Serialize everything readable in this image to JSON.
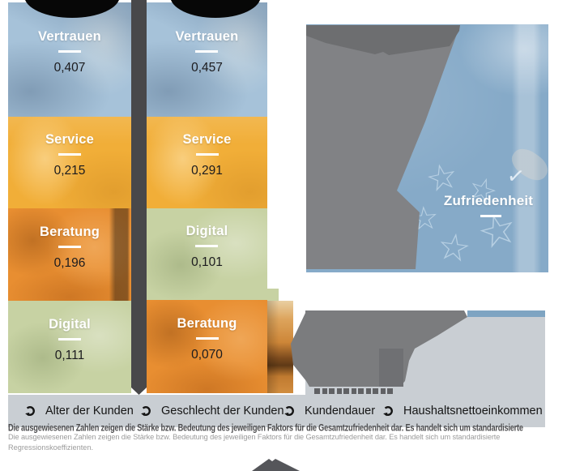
{
  "factor_columns": [
    {
      "blocks": [
        {
          "label": "Vertrauen",
          "value": "0,407",
          "theme": "blue"
        },
        {
          "label": "Service",
          "value": "0,215",
          "theme": "amber"
        },
        {
          "label": "Beratung",
          "value": "0,196",
          "theme": "orange"
        },
        {
          "label": "Digital",
          "value": "0,111",
          "theme": "green"
        }
      ]
    },
    {
      "blocks": [
        {
          "label": "Vertrauen",
          "value": "0,457",
          "theme": "blue"
        },
        {
          "label": "Service",
          "value": "0,291",
          "theme": "amber"
        },
        {
          "label": "Digital",
          "value": "0,101",
          "theme": "green"
        },
        {
          "label": "Beratung",
          "value": "0,070",
          "theme": "orange"
        }
      ]
    }
  ],
  "outcome": {
    "label": "Zufriedenheit"
  },
  "control_bar": {
    "icon": "rotate-arrow-icon",
    "items": [
      "Alter der Kunden",
      "Geschlecht der Kunden",
      "Kundendauer",
      "Haushaltsnettoeinkommen"
    ]
  },
  "footnote": {
    "lines": [
      "Die ausgewiesenen Zahlen zeigen die Stärke bzw. Bedeutung des jeweiligen Faktors für die Gesamtzufriedenheit dar. Es handelt sich um standardisierte",
      "Regressionskoeffizienten."
    ]
  },
  "decor": {
    "stars": "rating-star-outlines",
    "colors": {
      "trust_blue": "#a6c2d9",
      "service_amber": "#f1ae38",
      "beratung_orange": "#e88e31",
      "digital_green": "#c7d2a3",
      "outcome_blue": "#86aac8",
      "arrow_gray": "#818285",
      "bar_gray": "#c9ced3",
      "divider_dark": "#48484a"
    }
  }
}
